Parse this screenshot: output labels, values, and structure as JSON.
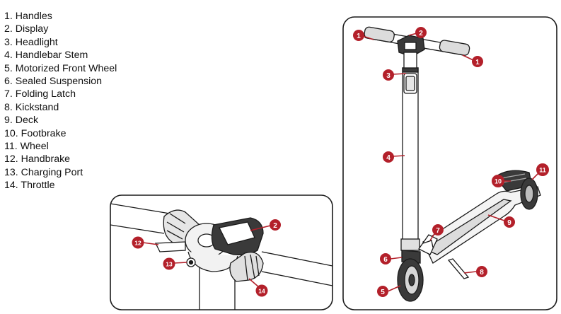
{
  "parts": [
    {
      "num": "1",
      "label": "Handles"
    },
    {
      "num": "2",
      "label": "Display"
    },
    {
      "num": "3",
      "label": "Headlight"
    },
    {
      "num": "4",
      "label": "Handlebar Stem"
    },
    {
      "num": "5",
      "label": "Motorized Front Wheel"
    },
    {
      "num": "6",
      "label": "Sealed Suspension"
    },
    {
      "num": "7",
      "label": "Folding Latch"
    },
    {
      "num": "8",
      "label": "Kickstand"
    },
    {
      "num": "9",
      "label": "Deck"
    },
    {
      "num": "10",
      "label": "Footbrake"
    },
    {
      "num": "11",
      "label": "Wheel"
    },
    {
      "num": "12",
      "label": "Handbrake"
    },
    {
      "num": "13",
      "label": "Charging Port"
    },
    {
      "num": "14",
      "label": "Throttle"
    }
  ],
  "parts_text": [
    "1. Handles",
    "2. Display",
    "3. Headlight",
    "4. Handlebar Stem",
    "5. Motorized Front Wheel",
    "6. Sealed Suspension",
    "7. Folding Latch",
    "8. Kickstand",
    "9. Deck",
    "10. Footbrake",
    "11. Wheel",
    "12. Handbrake",
    "13. Charging Port",
    "14. Throttle"
  ],
  "callouts": {
    "scooter": [
      "1",
      "2",
      "1",
      "3",
      "4",
      "10",
      "11",
      "9",
      "7",
      "6",
      "8",
      "5"
    ],
    "detail": [
      "2",
      "12",
      "13",
      "14"
    ]
  },
  "colors": {
    "callout": "#b3202a",
    "outline": "#1a1a1a",
    "metal": "#d9d9d9",
    "dark": "#333333"
  }
}
